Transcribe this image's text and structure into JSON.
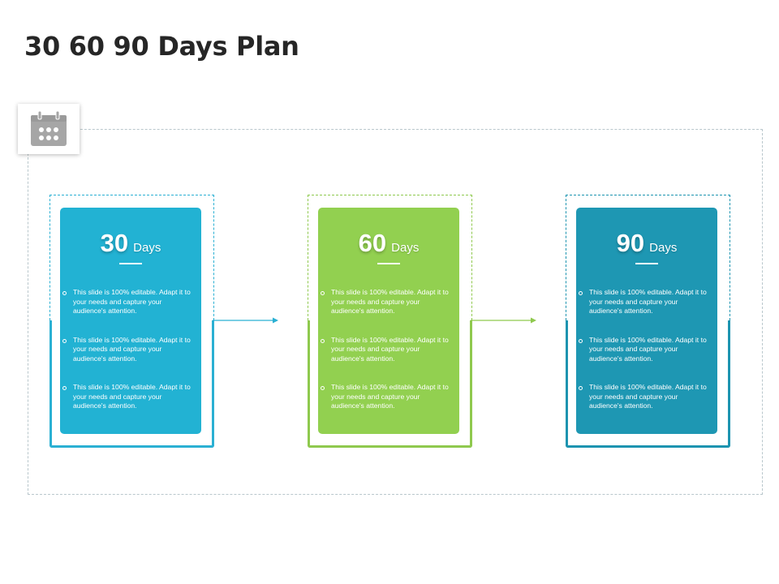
{
  "page": {
    "title": "30 60 90 Days Plan"
  },
  "icons": {
    "calendar": "calendar-icon"
  },
  "colors": {
    "card_30": "#22b2d3",
    "card_60": "#92d050",
    "card_90": "#1e97b3",
    "frame_30": "#2bb0d3",
    "frame_60": "#8fc94e",
    "frame_90": "#1d94b0"
  },
  "stages": [
    {
      "number": "30",
      "unit": "Days",
      "bullets": [
        "This slide is 100% editable. Adapt it to your needs and capture your audience's attention.",
        "This slide is 100% editable. Adapt it to your needs and capture your audience's attention.",
        "This slide is 100% editable. Adapt it to your needs and capture your audience's attention."
      ]
    },
    {
      "number": "60",
      "unit": "Days",
      "bullets": [
        "This slide is 100% editable. Adapt it to your needs and capture your audience's attention.",
        "This slide is 100% editable. Adapt it to your needs and capture your audience's attention.",
        "This slide is 100% editable. Adapt it to your needs and capture your audience's attention."
      ]
    },
    {
      "number": "90",
      "unit": "Days",
      "bullets": [
        "This slide is 100% editable. Adapt it to your needs and capture your audience's attention.",
        "This slide is 100% editable. Adapt it to your needs and capture your audience's attention.",
        "This slide is 100% editable. Adapt it to your needs and capture your audience's attention."
      ]
    }
  ]
}
